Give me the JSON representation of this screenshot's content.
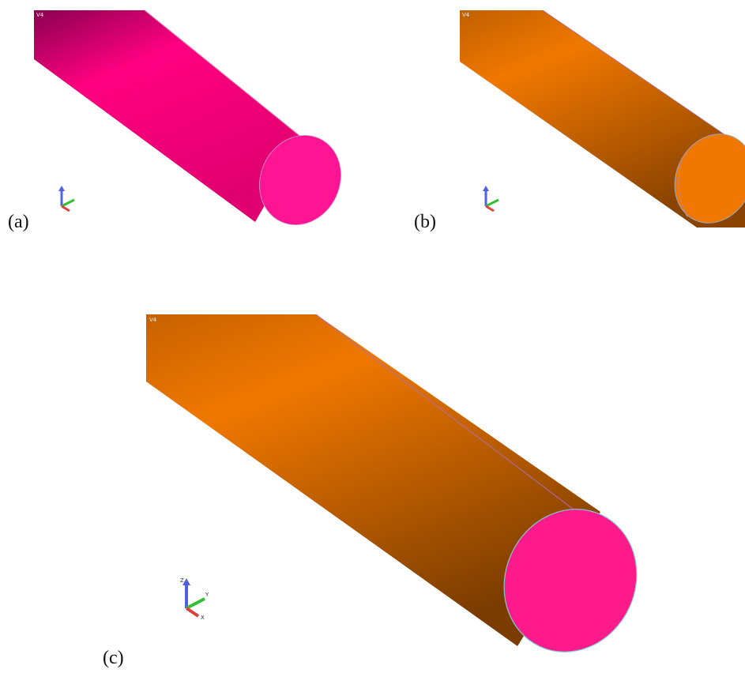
{
  "figure": {
    "panels": [
      {
        "caption": "(a)",
        "viewport_tag": "V4",
        "body_color": "#ff007f",
        "end_face_color": "#ff1493"
      },
      {
        "caption": "(b)",
        "viewport_tag": "V4",
        "body_color": "#f07800",
        "end_face_color": "#f07800"
      },
      {
        "caption": "(c)",
        "viewport_tag": "V4",
        "body_color": "#f07800",
        "end_face_color": "#ff1a8c"
      }
    ],
    "triad_axes": [
      "Z",
      "Y",
      "X"
    ],
    "axis_colors": {
      "z": "#5060e0",
      "y": "#30c030",
      "x": "#e04040"
    },
    "icons": [
      "cylinder",
      "coordinate-triad"
    ]
  }
}
